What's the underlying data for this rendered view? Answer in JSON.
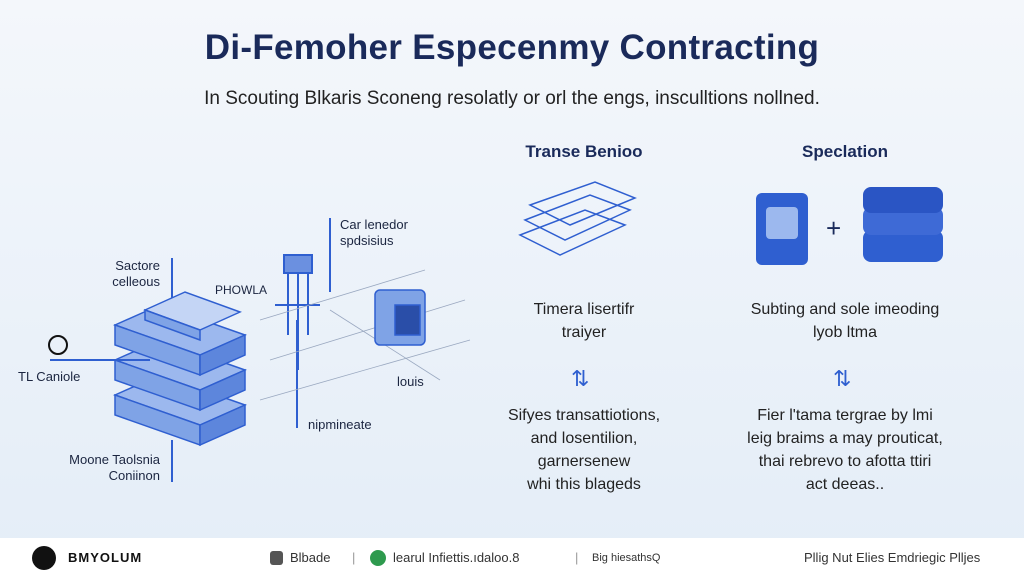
{
  "title": "Di-Femoher Especenmy Contracting",
  "subtitle": "In Scouting Blkaris Sconeng resolatly or orl the engs, insculltions nollned.",
  "diagram": {
    "labels": [
      "Sactore celleous",
      "PHOWLA",
      "Car lenedor spdsisius",
      "TL Caniole",
      "Moone Taolsnia Coniinon",
      "nipmineate",
      "louis"
    ]
  },
  "columns": [
    {
      "title": "Transe Benioo",
      "caption": [
        "Timera lisertifr",
        "traiyer"
      ],
      "body": [
        "Sifyes transattiotions,",
        "and losentilion,",
        "garnersenew",
        "whi this blageds"
      ]
    },
    {
      "title": "Speclation",
      "caption": [
        "Subting and sole imeoding",
        "lyob ltma"
      ],
      "body": [
        "Fier l'tama tergrae by lmi",
        "leig braims a may prouticat,",
        "thai rebrevo to afotta ttiri",
        "act deeas.."
      ]
    }
  ],
  "footer": {
    "brand": "BMYOLUM",
    "item1": "Blbade",
    "item2": "learul Infiettis.ıdaloo.8",
    "item3": "Big hiesathsQ",
    "right": "Pllig Nut Elies Emdriegic Plljes"
  },
  "colors": {
    "accent": "#2f5fd0",
    "dark": "#1a2a5a"
  }
}
